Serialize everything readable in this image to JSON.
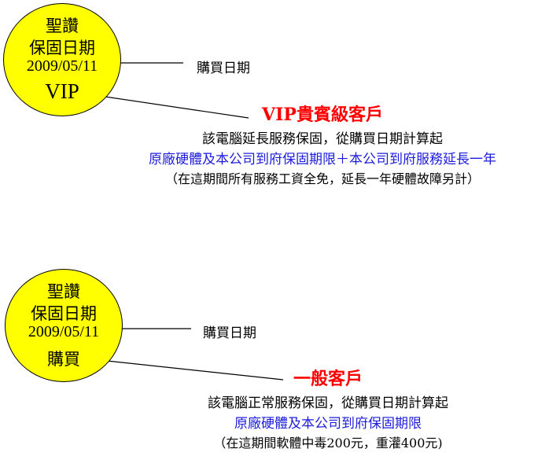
{
  "vip": {
    "badge": {
      "line1": "聖讚",
      "line2": "保固日期",
      "date": "2009/05/11",
      "tag": "VIP"
    },
    "arrow_label": "購買日期",
    "title": "VIP貴賓級客戶",
    "desc": "該電腦延長服務保固，從購買日期計算起",
    "coverage": "原廠硬體及本公司到府保固期限＋本公司到府服務延長一年",
    "note": "（在這期間所有服務工資全免，延長一年硬體故障另計）"
  },
  "general": {
    "badge": {
      "line1": "聖讚",
      "line2": "保固日期",
      "date": "2009/05/11",
      "tag": "購買"
    },
    "arrow_label": "購買日期",
    "title": "一般客戶",
    "desc": "該電腦正常服務保固，從購買日期計算起",
    "coverage": "原廠硬體及本公司到府保固期限",
    "note": "（在這期間軟體中毒200元，重灌400元)"
  },
  "colors": {
    "badge_fill": "#ffff00",
    "title": "#ff0000",
    "coverage": "#1c1cdc"
  }
}
